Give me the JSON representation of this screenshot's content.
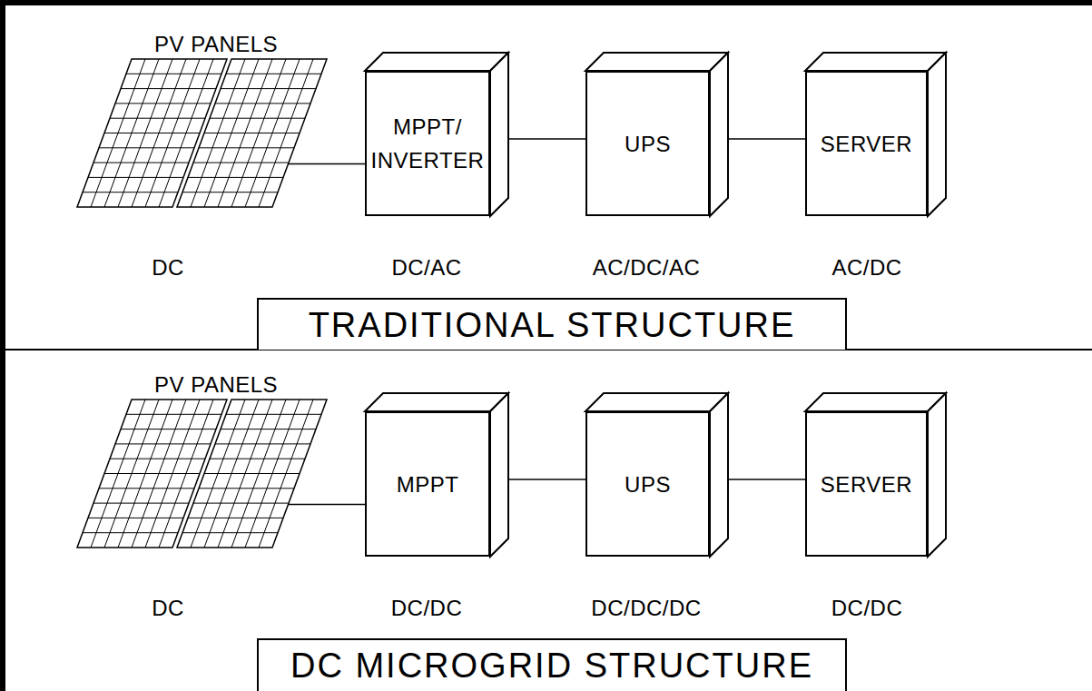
{
  "diagram": {
    "nodes": [
      {
        "text": [
          "PV PANELS"
        ]
      },
      {
        "text": [
          "MPPT/ INVERTER"
        ]
      },
      {
        "text": [
          "UPS"
        ]
      },
      {
        "text": [
          "SERVER"
        ]
      },
      {
        "text": [
          "TRADITIONAL STRUCTURE"
        ]
      },
      {
        "text": [
          "PV PANELS"
        ]
      },
      {
        "text": [
          "MPPT"
        ]
      },
      {
        "text": [
          "UPS"
        ]
      },
      {
        "text": [
          "SERVER"
        ]
      },
      {
        "text": [
          "DC MICROGRID STRUCTURE"
        ]
      }
    ],
    "edges": [
      {
        "from": 0,
        "to": 1,
        "arrow": "none"
      },
      {
        "from": 1,
        "to": 2,
        "arrow": "none"
      },
      {
        "from": 2,
        "to": 3,
        "arrow": "none"
      },
      {
        "from": 5,
        "to": 6,
        "arrow": "none"
      },
      {
        "from": 6,
        "to": 7,
        "arrow": "none"
      },
      {
        "from": 7,
        "to": 8,
        "arrow": "none"
      }
    ],
    "labels": [
      "DC",
      "DC/AC",
      "AC/DC/AC",
      "AC/DC",
      "DC",
      "DC/DC",
      "DC/DC/DC",
      "DC/DC"
    ]
  }
}
